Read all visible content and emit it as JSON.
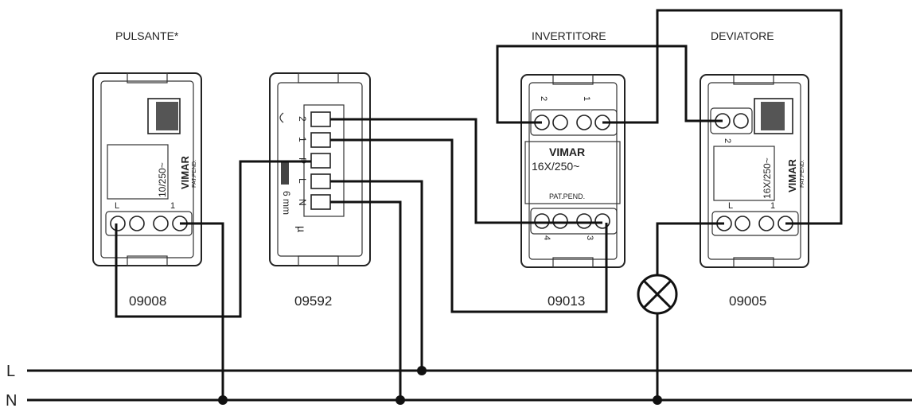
{
  "devices": [
    {
      "heading": "PULSANTE*",
      "code": "09008",
      "rating": "10/250~",
      "brand": "VIMAR",
      "pat": "PAT.PEND.",
      "term_left": "L",
      "term_right": "1"
    },
    {
      "heading": "",
      "code": "09592",
      "terminals": [
        "2",
        "1",
        "P",
        "L",
        "N"
      ],
      "strip": "6 mm",
      "mu": "µ"
    },
    {
      "heading": "INVERTITORE",
      "code": "09013",
      "brand": "VIMAR",
      "rating": "16X/250~",
      "pat": "PAT.PEND.",
      "top_terms": [
        "2",
        "1"
      ],
      "bottom_terms": [
        "4",
        "3"
      ]
    },
    {
      "heading": "DEVIATORE",
      "code": "09005",
      "rating": "16X/250~",
      "brand": "VIMAR",
      "pat": "PAT.PEND.",
      "term_top": "2",
      "term_left": "L",
      "term_right": "1"
    }
  ],
  "bus_labels": {
    "line": "L",
    "neutral": "N"
  },
  "icons": {
    "lamp": "lamp-symbol-icon",
    "junction": "junction-dot-icon"
  }
}
